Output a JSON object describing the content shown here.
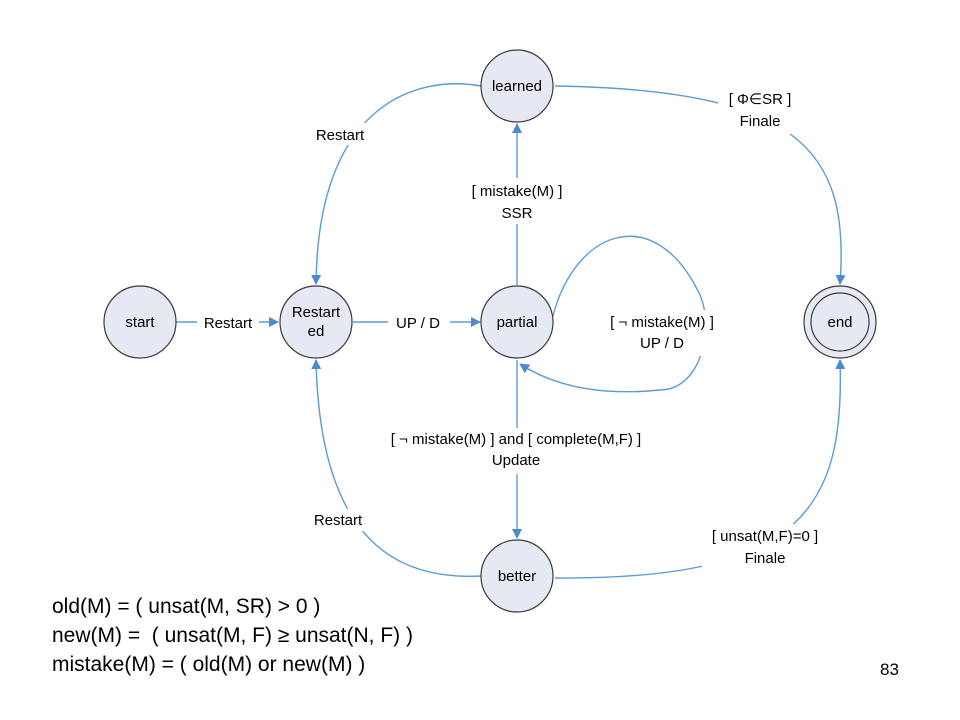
{
  "states": {
    "start": "start",
    "restarted_line1": "Restart",
    "restarted_line2": "ed",
    "partial": "partial",
    "learned": "learned",
    "better": "better",
    "end": "end"
  },
  "edges": {
    "start_to_restarted": "Restart",
    "restarted_to_partial": "UP / D",
    "learned_to_restarted": "Restart",
    "better_to_restarted": "Restart",
    "partial_to_learned_guard": "[ mistake(M) ]",
    "partial_to_learned_action": "SSR",
    "partial_self_guard": "[ ¬ mistake(M) ]",
    "partial_self_action": "UP / D",
    "partial_to_better_guard": "[ ¬ mistake(M) ] and [ complete(M,F) ]",
    "partial_to_better_action": "Update",
    "learned_to_end_guard": "[ Φ∈SR ]",
    "learned_to_end_action": "Finale",
    "better_to_end_guard": "[ unsat(M,F)=0 ]",
    "better_to_end_action": "Finale"
  },
  "definitions": [
    "old(M) = ( unsat(M, SR) > 0 )",
    "new(M) =  ( unsat(M, F) ≥ unsat(N, F) )",
    "mistake(M) = ( old(M) or new(M) )"
  ],
  "page_number": "83",
  "colors": {
    "node_fill": "#e6e8f4",
    "node_stroke": "#3a3a3a",
    "edge": "#5b9bd5"
  }
}
